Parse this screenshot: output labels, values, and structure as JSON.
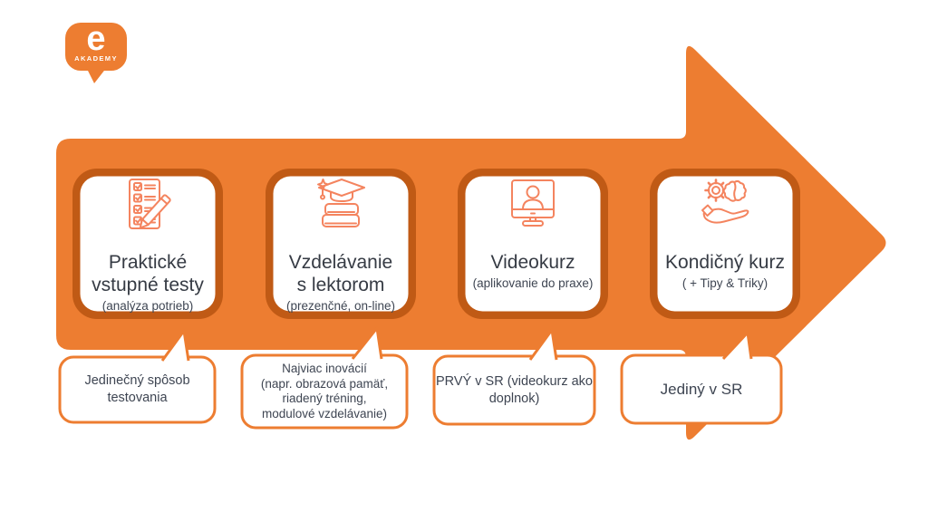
{
  "logo": {
    "letter": "e",
    "brand": "AKADEMY"
  },
  "colors": {
    "orange": "#ED7D31",
    "dark_orange_ring": "#C05A15",
    "icon_coral": "#F4845F",
    "title_text": "#363B44",
    "body_text": "#3E4552",
    "card_background": "#FFFFFF"
  },
  "steps": [
    {
      "icon": "checklist-icon",
      "title": "Praktické\nvstupné testy",
      "subtitle": "(analýza potrieb)",
      "note": "Jedinečný spôsob\ntestovania"
    },
    {
      "icon": "graduation-books-icon",
      "title": "Vzdelávanie\ns lektorom",
      "subtitle": "(prezenčné, on-line)",
      "note": "Najviac inovácií\n(napr. obrazová pamäť,\nriadený tréning,\nmodulové vzdelávanie)"
    },
    {
      "icon": "video-call-monitor-icon",
      "title": "Videokurz",
      "subtitle": "(aplikovanie do praxe)",
      "note": "PRVÝ v SR (videokurz ako\ndoplnok)"
    },
    {
      "icon": "hand-gear-brain-icon",
      "title": "Kondičný kurz",
      "subtitle": "( + Tipy & Triky)",
      "note": "Jediný v SR"
    }
  ]
}
